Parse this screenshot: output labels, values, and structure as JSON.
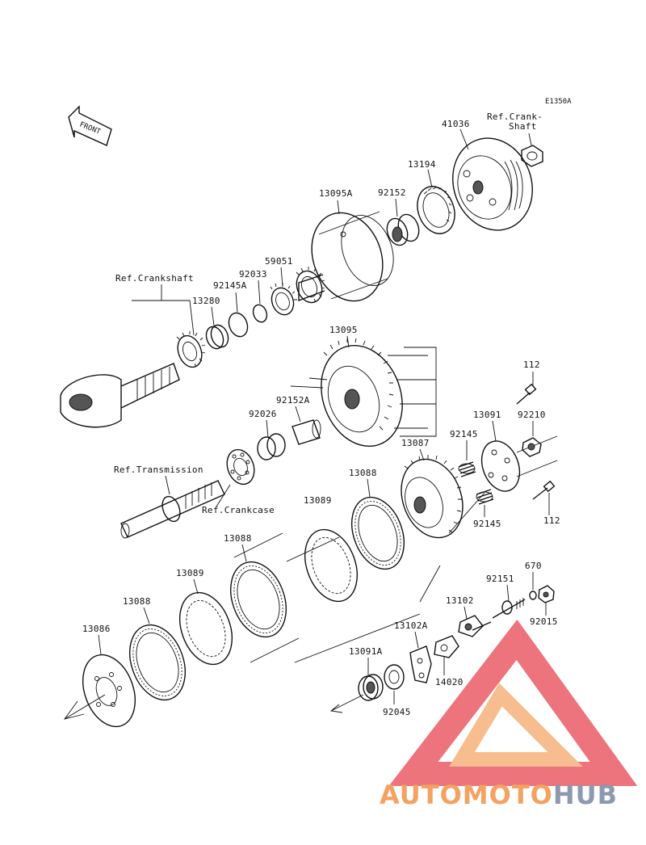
{
  "diagram_code": "E1350A",
  "front_arrow": "FRONT",
  "labels": {
    "p41036": "41036",
    "ref_crank_shaft_1": "Ref.Crank-",
    "ref_crank_shaft_2": "Shaft",
    "p13194": "13194",
    "p92152": "92152",
    "p13095A": "13095A",
    "ref_crankshaft": "Ref.Crankshaft",
    "p92145A": "92145A",
    "p92033": "92033",
    "p59051": "59051",
    "p13280": "13280",
    "p13095": "13095",
    "p112_top": "112",
    "p92152A": "92152A",
    "p92026": "92026",
    "p13091": "13091",
    "p92210": "92210",
    "p92145_top": "92145",
    "p13087": "13087",
    "ref_transmission": "Ref.Transmission",
    "p13088_top": "13088",
    "p13089_top": "13089",
    "ref_crankcase": "Ref.Crankcase",
    "p112_bottom": "112",
    "p92145_bottom": "92145",
    "p13088_mid": "13088",
    "p670": "670",
    "p92151": "92151",
    "p13089_mid": "13089",
    "p13088_left": "13088",
    "p13102": "13102",
    "p92015": "92015",
    "p13102A": "13102A",
    "p13086": "13086",
    "p13091A": "13091A",
    "p14020": "14020",
    "p92045": "92045"
  },
  "watermark": {
    "part1": "AUTOMOTO",
    "part2": "HUB",
    "color1": "#f4a261",
    "color2": "#e63946",
    "color3": "#8d99ae"
  }
}
